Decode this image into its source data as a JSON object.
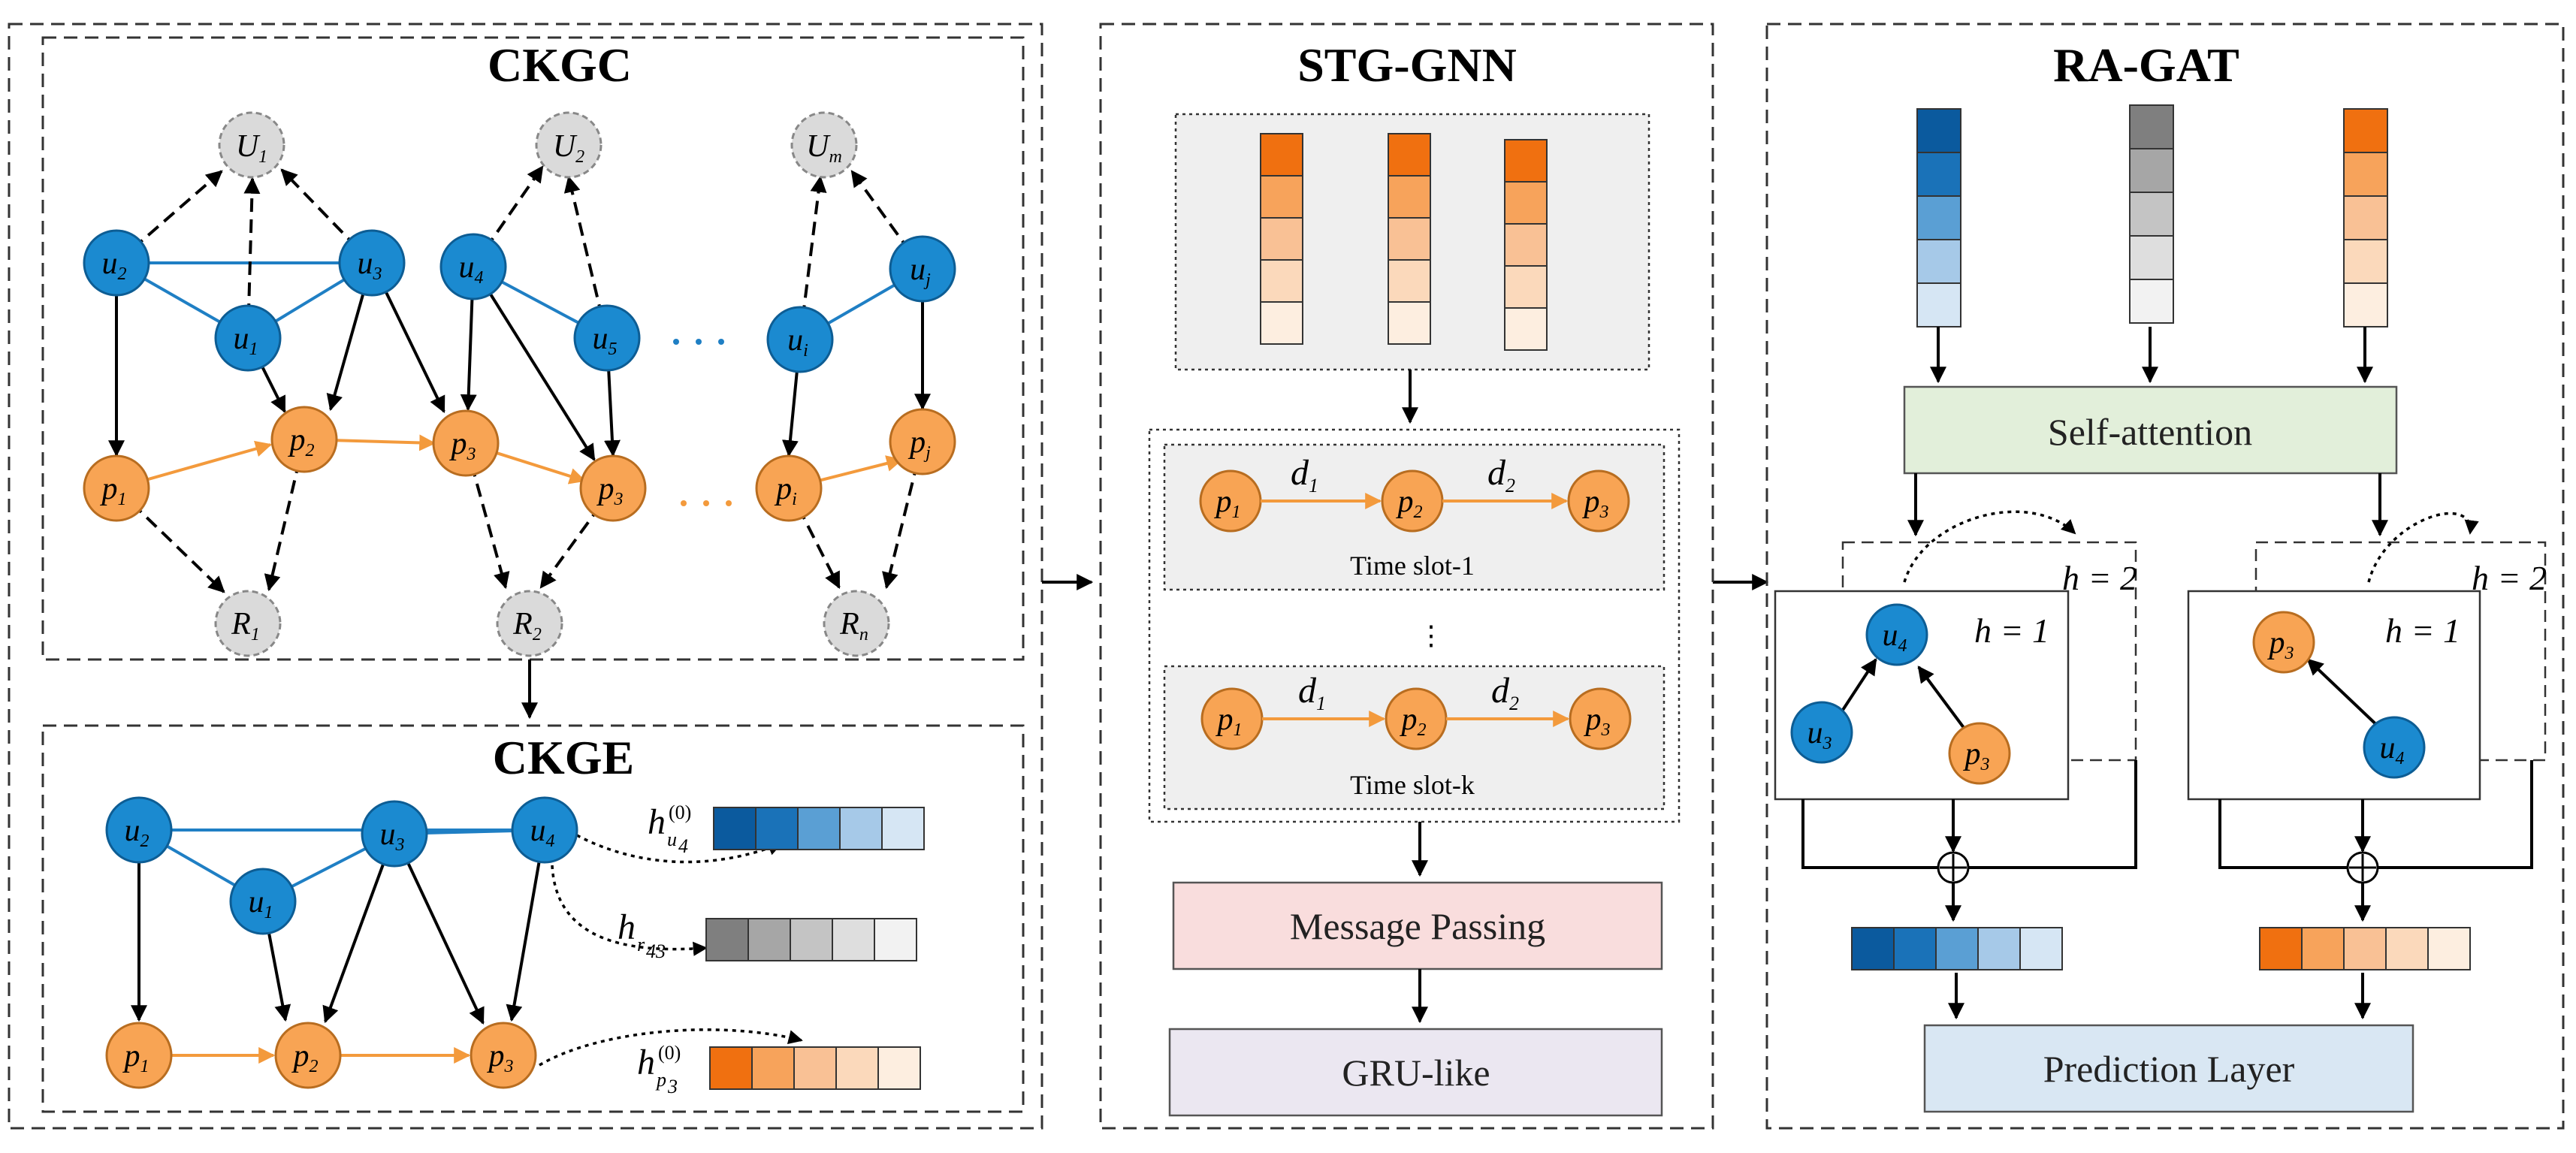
{
  "sections": {
    "ckgc": {
      "title": "CKGC"
    },
    "ckge": {
      "title": "CKGE"
    },
    "stg": {
      "title": "STG-GNN"
    },
    "ragat": {
      "title": "RA-GAT"
    }
  },
  "ckgc_nodes": {
    "U1": {
      "base": "U",
      "sub": "1"
    },
    "U2": {
      "base": "U",
      "sub": "2"
    },
    "Um": {
      "base": "U",
      "sub": "m"
    },
    "u2": {
      "base": "u",
      "sub": "2"
    },
    "u3": {
      "base": "u",
      "sub": "3"
    },
    "u1": {
      "base": "u",
      "sub": "1"
    },
    "u4": {
      "base": "u",
      "sub": "4"
    },
    "u5": {
      "base": "u",
      "sub": "5"
    },
    "ui": {
      "base": "u",
      "sub": "i"
    },
    "uj": {
      "base": "u",
      "sub": "j"
    },
    "p1": {
      "base": "p",
      "sub": "1"
    },
    "p2": {
      "base": "p",
      "sub": "2"
    },
    "p3a": {
      "base": "p",
      "sub": "3"
    },
    "p3b": {
      "base": "p",
      "sub": "3"
    },
    "pi": {
      "base": "p",
      "sub": "i"
    },
    "pj": {
      "base": "p",
      "sub": "j"
    },
    "R1": {
      "base": "R",
      "sub": "1"
    },
    "R2": {
      "base": "R",
      "sub": "2"
    },
    "Rn": {
      "base": "R",
      "sub": "n"
    }
  },
  "ckge_nodes": {
    "u2": {
      "base": "u",
      "sub": "2"
    },
    "u3": {
      "base": "u",
      "sub": "3"
    },
    "u4": {
      "base": "u",
      "sub": "4"
    },
    "u1": {
      "base": "u",
      "sub": "1"
    },
    "p1": {
      "base": "p",
      "sub": "1"
    },
    "p2": {
      "base": "p",
      "sub": "2"
    },
    "p3": {
      "base": "p",
      "sub": "3"
    }
  },
  "embeddings": {
    "h_u4": {
      "base": "h",
      "sub": "u",
      "subsub": "4",
      "sup": "(0)"
    },
    "h_r43": {
      "base": "h",
      "sub": "r",
      "subsub": "43"
    },
    "h_p3": {
      "base": "h",
      "sub": "p",
      "subsub": "3",
      "sup": "(0)"
    }
  },
  "stg": {
    "slot1": {
      "label": "Time slot-1",
      "d1": "d",
      "d1sub": "1",
      "d2": "d",
      "d2sub": "2"
    },
    "slotk": {
      "label": "Time slot-k",
      "d1": "d",
      "d1sub": "1",
      "d2": "d",
      "d2sub": "2"
    },
    "nodes": [
      {
        "base": "p",
        "sub": "1"
      },
      {
        "base": "p",
        "sub": "2"
      },
      {
        "base": "p",
        "sub": "3"
      }
    ],
    "ellipsis": "⋮",
    "message_passing": "Message Passing",
    "gru": "GRU-like"
  },
  "ragat": {
    "self_attention": "Self-attention",
    "prediction": "Prediction Layer",
    "head2": "h = 2",
    "head1": "h = 1",
    "left_graph": {
      "u4": {
        "base": "u",
        "sub": "4"
      },
      "u3": {
        "base": "u",
        "sub": "3"
      },
      "p3": {
        "base": "p",
        "sub": "3"
      }
    },
    "right_graph": {
      "p3": {
        "base": "p",
        "sub": "3"
      },
      "u4": {
        "base": "u",
        "sub": "4"
      }
    },
    "plus": "⊕"
  },
  "colors": {
    "user_blue": "#1b8ad0",
    "poi_orange": "#f8a454",
    "region_gray": "#dadada",
    "blue_scale": [
      "#0b5a9e",
      "#1a72b8",
      "#5a9fd4",
      "#a6c9e8",
      "#d6e6f4"
    ],
    "gray_scale": [
      "#7f7f7f",
      "#a6a6a6",
      "#c4c4c4",
      "#dedede",
      "#f2f2f2"
    ],
    "orange_scale": [
      "#f07010",
      "#f7a35b",
      "#f9c195",
      "#fbd9bb",
      "#fdeee0"
    ],
    "self_attention_fill": "#e2efda",
    "message_passing_fill": "#f9dddd",
    "gru_fill": "#ebe7f1",
    "prediction_fill": "#d9e7f3",
    "slot_fill": "#efefef"
  }
}
